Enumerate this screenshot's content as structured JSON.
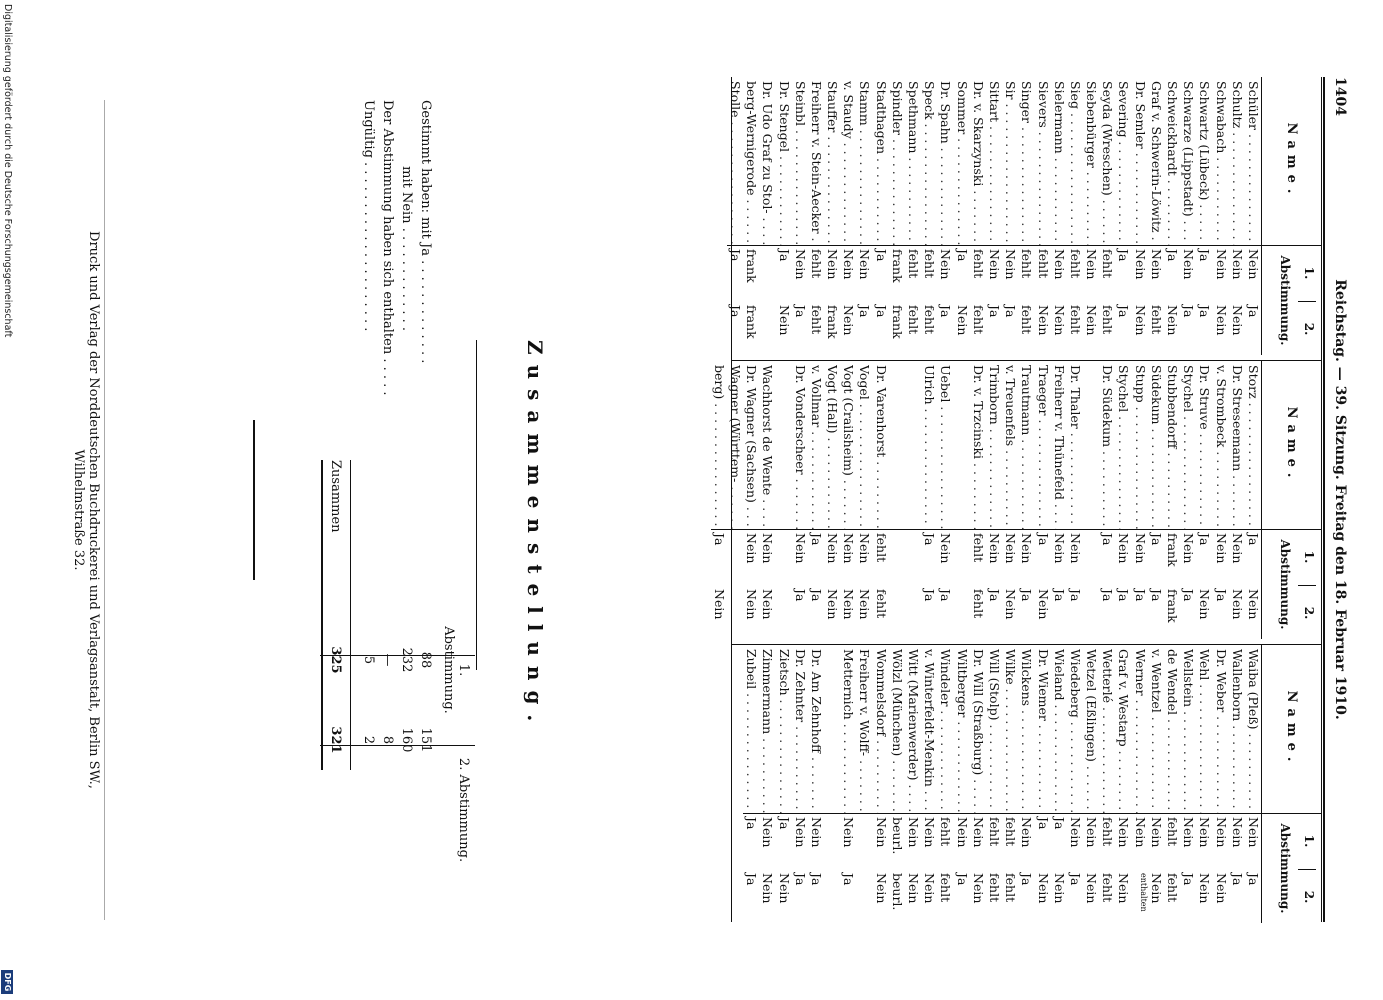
{
  "header": {
    "page_number": "1404",
    "title": "Reichstag. — 39. Sitzung. Freitag den 18. Februar 1910."
  },
  "table_head": {
    "name": "Name.",
    "vote1": "1.",
    "vote2": "2.",
    "abstimmung": "Abstimmung."
  },
  "columns": [
    {
      "rows": [
        {
          "name": "Schüler",
          "v1": "Nein",
          "v2": "Ja"
        },
        {
          "name": "Schultz",
          "v1": "Nein",
          "v2": "Nein"
        },
        {
          "name": "Schwabach",
          "v1": "Nein",
          "v2": "Nein"
        },
        {
          "name": "Schwartz (Lübeck)",
          "v1": "Ja",
          "v2": "Ja"
        },
        {
          "name": "Schwarze (Lippstadt)",
          "v1": "Nein",
          "v2": "Ja"
        },
        {
          "name": "Schweickhardt",
          "v1": "Ja",
          "v2": "Nein"
        },
        {
          "name": "Graf v. Schwerin-Löwitz",
          "v1": "Nein",
          "v2": "fehlt"
        },
        {
          "name": "Dr. Semler",
          "v1": "Nein",
          "v2": "Nein"
        },
        {
          "name": "Severing",
          "v1": "Ja",
          "v2": "Ja"
        },
        {
          "name": "Seyda (Wreschen)",
          "v1": "fehlt",
          "v2": "fehlt"
        },
        {
          "name": "Siebenbürger",
          "v1": "Nein",
          "v2": "Nein"
        },
        {
          "name": "Sieg",
          "v1": "fehlt",
          "v2": "fehlt"
        },
        {
          "name": "Sielermann",
          "v1": "Nein",
          "v2": "Nein"
        },
        {
          "name": "Sievers",
          "v1": "fehlt",
          "v2": "Nein"
        },
        {
          "name": "Singer",
          "v1": "fehlt",
          "v2": "fehlt"
        },
        {
          "name": "Sir",
          "v1": "Nein",
          "v2": "Ja"
        },
        {
          "name": "Sittart",
          "v1": "Nein",
          "v2": "Ja"
        },
        {
          "name": "Dr. v. Skarzynski",
          "v1": "fehlt",
          "v2": "fehlt"
        },
        {
          "name": "Sommer",
          "v1": "Ja",
          "v2": "Nein"
        },
        {
          "name": "Dr. Spahn",
          "v1": "Nein",
          "v2": "Ja"
        },
        {
          "name": "Speck",
          "v1": "fehlt",
          "v2": "fehlt"
        },
        {
          "name": "Spethmann",
          "v1": "fehlt",
          "v2": "fehlt"
        },
        {
          "name": "Spindler",
          "v1": "frank",
          "v2": "frank"
        },
        {
          "name": "Stadthagen",
          "v1": "Ja",
          "v2": "Ja"
        },
        {
          "name": "Stamm",
          "v1": "Nein",
          "v2": "Ja"
        },
        {
          "name": "v. Staudy",
          "v1": "Nein",
          "v2": "Nein"
        },
        {
          "name": "Stauffer",
          "v1": "Nein",
          "v2": "frank"
        },
        {
          "name": "Freiherr v. Stein-Aecker",
          "v1": "fehlt",
          "v2": "fehlt"
        },
        {
          "name": "Steinbl",
          "v1": "Nein",
          "v2": "Ja"
        },
        {
          "name": "Dr. Stengel",
          "v1": "Ja",
          "v2": "Nein"
        },
        {
          "name": "Dr. Udo Graf zu Stol-",
          "v1": "",
          "v2": ""
        },
        {
          "name": "  berg-Wernigerode",
          "v1": "frank",
          "v2": "frank"
        },
        {
          "name": "Stolle",
          "v1": "Ja",
          "v2": "Ja"
        }
      ]
    },
    {
      "rows": [
        {
          "name": "Storz",
          "v1": "Ja",
          "v2": "Nein"
        },
        {
          "name": "Dr. Streseemann",
          "v1": "Nein",
          "v2": "Nein"
        },
        {
          "name": "v. Strombeck",
          "v1": "Nein",
          "v2": "Ja"
        },
        {
          "name": "Dr. Struve",
          "v1": "Ja",
          "v2": "Nein"
        },
        {
          "name": "Stychel",
          "v1": "Nein",
          "v2": "Ja"
        },
        {
          "name": "Stubbendorff",
          "v1": "frank",
          "v2": "frank"
        },
        {
          "name": "Südekum",
          "v1": "Ja",
          "v2": "Ja"
        },
        {
          "name": "Stupp",
          "v1": "Nein",
          "v2": "Ja"
        },
        {
          "name": "Stychel",
          "v1": "Nein",
          "v2": "Ja"
        },
        {
          "name": "Dr. Südekum",
          "v1": "Ja",
          "v2": "Ja"
        },
        {
          "name": "",
          "v1": "",
          "v2": ""
        },
        {
          "name": "Dr. Thaler",
          "v1": "Nein",
          "v2": "Ja"
        },
        {
          "name": "Freiherr v. Thünefeld",
          "v1": "Nein",
          "v2": "Ja"
        },
        {
          "name": "Traeger",
          "v1": "Ja",
          "v2": "Nein"
        },
        {
          "name": "Trautmann",
          "v1": "Nein",
          "v2": "Ja"
        },
        {
          "name": "v. Treuenfels",
          "v1": "Nein",
          "v2": "Nein"
        },
        {
          "name": "Trimborn",
          "v1": "Nein",
          "v2": "Ja"
        },
        {
          "name": "Dr. v. Trzcinski",
          "v1": "fehlt",
          "v2": "fehlt"
        },
        {
          "name": "",
          "v1": "",
          "v2": ""
        },
        {
          "name": "Uebel",
          "v1": "Nein",
          "v2": "Ja"
        },
        {
          "name": "Ulrich",
          "v1": "Ja",
          "v2": "Ja"
        },
        {
          "name": "",
          "v1": "",
          "v2": ""
        },
        {
          "name": "",
          "v1": "",
          "v2": ""
        },
        {
          "name": "Dr. Varenhorst",
          "v1": "fehlt",
          "v2": "fehlt"
        },
        {
          "name": "Vogel",
          "v1": "Nein",
          "v2": "Nein"
        },
        {
          "name": "Vogt (Crailsheim)",
          "v1": "Nein",
          "v2": "Nein"
        },
        {
          "name": "Vogt (Hall)",
          "v1": "Nein",
          "v2": "Nein"
        },
        {
          "name": "v. Vollmar",
          "v1": "Ja",
          "v2": "Ja"
        },
        {
          "name": "Dr. Vonderscheer",
          "v1": "Nein",
          "v2": "Ja"
        },
        {
          "name": "",
          "v1": "",
          "v2": ""
        },
        {
          "name": "Wachhorst de Wente",
          "v1": "Nein",
          "v2": "Nein"
        },
        {
          "name": "Dr. Wagner (Sachsen)",
          "v1": "Nein",
          "v2": "Nein"
        },
        {
          "name": "Wagner (Württem-",
          "v1": "",
          "v2": ""
        },
        {
          "name": "  berg)",
          "v1": "Ja",
          "v2": "Nein"
        }
      ]
    },
    {
      "rows": [
        {
          "name": "Waiba (Pleß)",
          "v1": "Nein",
          "v2": "Ja"
        },
        {
          "name": "Wallenborn",
          "v1": "Nein",
          "v2": "Ja"
        },
        {
          "name": "Dr. Weber",
          "v1": "Nein",
          "v2": "Nein"
        },
        {
          "name": "Wehl",
          "v1": "Nein",
          "v2": "Nein"
        },
        {
          "name": "Wellstein",
          "v1": "Nein",
          "v2": "Ja"
        },
        {
          "name": "de Wendel",
          "v1": "fehlt",
          "v2": "fehlt"
        },
        {
          "name": "v. Wentzel",
          "v1": "Nein",
          "v2": "Nein"
        },
        {
          "name": "Werner",
          "v1": "Nein",
          "v2": "enthalten"
        },
        {
          "name": "Graf v. Westarp",
          "v1": "Nein",
          "v2": "Nein"
        },
        {
          "name": "Wetterlé",
          "v1": "fehlt",
          "v2": "fehlt"
        },
        {
          "name": "Wetzel (Eßlingen)",
          "v1": "Nein",
          "v2": "Nein"
        },
        {
          "name": "Wiedeberg",
          "v1": "Nein",
          "v2": "Ja"
        },
        {
          "name": "Wieland",
          "v1": "Ja",
          "v2": "Nein"
        },
        {
          "name": "Dr. Wiemer",
          "v1": "Ja",
          "v2": "Nein"
        },
        {
          "name": "Wilckens",
          "v1": "Nein",
          "v2": "Ja"
        },
        {
          "name": "Wilke",
          "v1": "fehlt",
          "v2": "fehlt"
        },
        {
          "name": "Will (Stolp)",
          "v1": "fehlt",
          "v2": "fehlt"
        },
        {
          "name": "Dr. Will (Straßburg)",
          "v1": "Nein",
          "v2": "Nein"
        },
        {
          "name": "Wiltberger",
          "v1": "Nein",
          "v2": "Ja"
        },
        {
          "name": "Windeler",
          "v1": "fehlt",
          "v2": "fehlt"
        },
        {
          "name": "v. Winterfeldt-Menkin",
          "v1": "Nein",
          "v2": "Nein"
        },
        {
          "name": "Witt (Marienwerder)",
          "v1": "Nein",
          "v2": "Nein"
        },
        {
          "name": "Wölzl (München)",
          "v1": "beurl.",
          "v2": "beurl."
        },
        {
          "name": "Wommelsdorf",
          "v1": "Nein",
          "v2": "Nein"
        },
        {
          "name": "Freiherr v. Wolff-",
          "v1": "",
          "v2": ""
        },
        {
          "name": "  Metternich",
          "v1": "Nein",
          "v2": "Ja"
        },
        {
          "name": "",
          "v1": "",
          "v2": ""
        },
        {
          "name": "Dr. Am Zehnhoff",
          "v1": "Nein",
          "v2": "Ja"
        },
        {
          "name": "Dr. Zehnter",
          "v1": "Nein",
          "v2": "Ja"
        },
        {
          "name": "Zietsch",
          "v1": "Ja",
          "v2": "Nein"
        },
        {
          "name": "Zimmermann",
          "v1": "Nein",
          "v2": "Nein"
        },
        {
          "name": "Zubeil",
          "v1": "Ja",
          "v2": "Ja"
        }
      ]
    }
  ],
  "summary": {
    "title": "Zusammenstellung.",
    "head1": "1. Abstimmung.",
    "head2": "2. Abstimmung.",
    "rows": [
      {
        "label": "Gestimmt haben: mit Ja . . . . . . . . . . . . .",
        "a": "88",
        "b": "151"
      },
      {
        "label": "                mit Nein . . . . . . . . . . . . .",
        "a": "232",
        "b": "160"
      },
      {
        "label": "Der Abstimmung haben sich enthalten . . . . .",
        "a": "—",
        "b": "8"
      },
      {
        "label": "Ungültig . . . . . . . . . . . . . . . . . . . . .",
        "a": "5",
        "b": "2"
      }
    ],
    "total_label": "Zusammen",
    "total_a": "325",
    "total_b": "321"
  },
  "printer": "Druck und Verlag der Norddeutschen Buchdruckerei und Verlagsanstalt, Berlin SW., Wilhelmstraße 32.",
  "digitization": "Digitalisierung gefördert durch die Deutsche Forschungsgemeinschaft",
  "logo_text": "DFG"
}
